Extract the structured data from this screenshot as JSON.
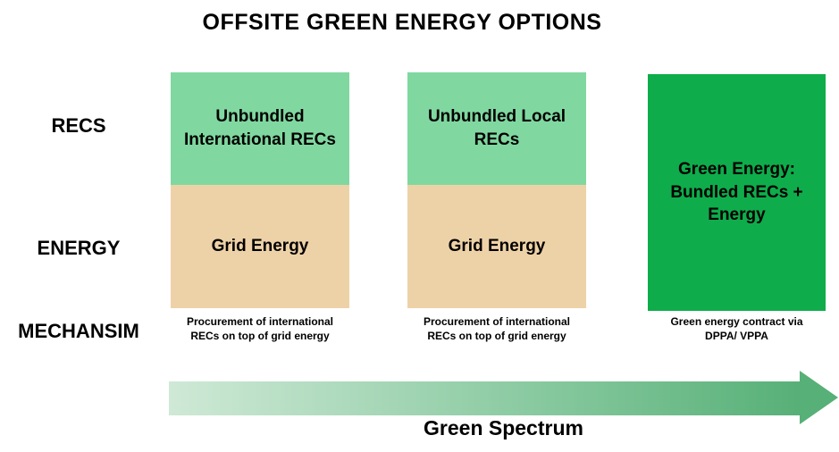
{
  "title": "OFFSITE GREEN ENERGY OPTIONS",
  "row_labels": {
    "recs": "RECS",
    "energy": "ENERGY",
    "mechanism": "MECHANSIM"
  },
  "columns": [
    {
      "recs": "Unbundled International RECs",
      "energy": "Grid Energy",
      "mechanism": "Procurement of international RECs on top of grid energy"
    },
    {
      "recs": "Unbundled Local RECs",
      "energy": "Grid Energy",
      "mechanism": "Procurement of international RECs on top of grid energy"
    },
    {
      "combined": "Green Energy: Bundled RECs + Energy",
      "mechanism": "Green energy contract via DPPA/ VPPA"
    }
  ],
  "arrow": {
    "label": "Green Spectrum"
  },
  "colors": {
    "recs_block": "#80D8A0",
    "energy_block": "#EED2A7",
    "bundled_block": "#0FAC4B",
    "arrow_gradient_start": "#CFE9D6",
    "arrow_gradient_end": "#57B077",
    "text": "#000000",
    "background": "#FFFFFF"
  }
}
